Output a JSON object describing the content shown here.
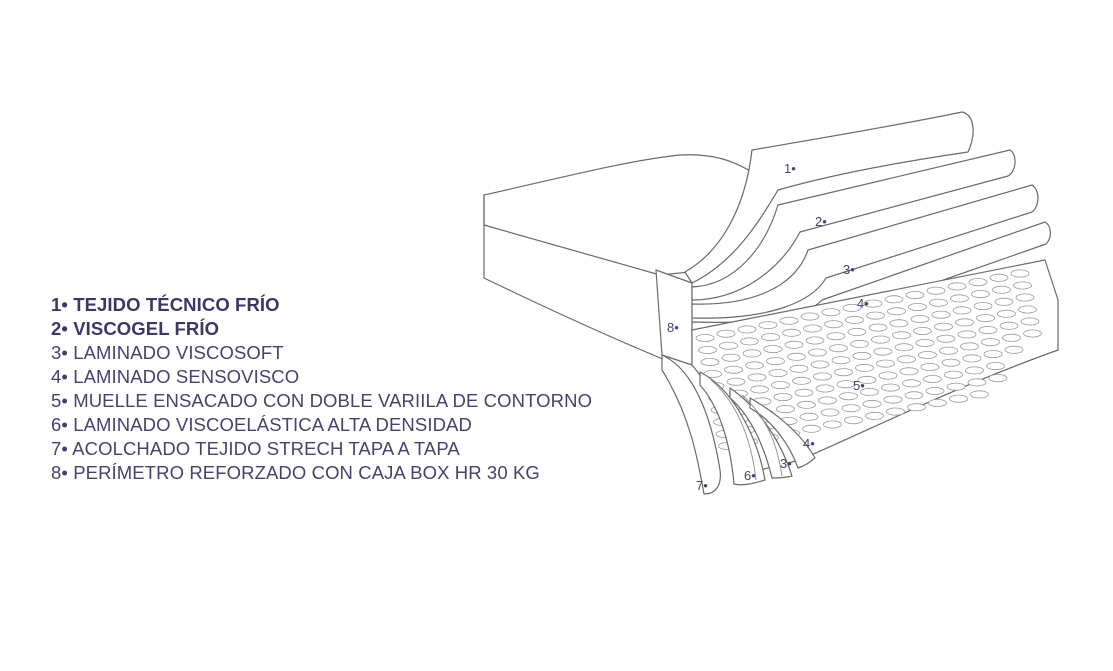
{
  "legend": [
    {
      "text": "1• TEJIDO TÉCNICO FRÍO",
      "bold": true
    },
    {
      "text": "2• VISCOGEL FRÍO",
      "bold": true
    },
    {
      "text": "3• LAMINADO VISCOSOFT",
      "bold": false
    },
    {
      "text": "4• LAMINADO SENSOVISCO",
      "bold": false
    },
    {
      "text": "5• MUELLE ENSACADO CON DOBLE VARIILA DE CONTORNO",
      "bold": false
    },
    {
      "text": "6• LAMINADO VISCOELÁSTICA ALTA DENSIDAD",
      "bold": false
    },
    {
      "text": "7• ACOLCHADO TEJIDO STRECH TAPA A TAPA",
      "bold": false
    },
    {
      "text": "8• PERÍMETRO REFORZADO CON CAJA BOX HR 30 KG",
      "bold": false
    }
  ],
  "diagram": {
    "callouts": {
      "c1": "1•",
      "c2": "2•",
      "c3a": "3•",
      "c4a": "4•",
      "c5": "5•",
      "c4b": "4•",
      "c3b": "3•",
      "c6": "6•",
      "c7": "7•",
      "c8": "8•"
    },
    "colors": {
      "text": "#46426e",
      "line": "#6a6a6a"
    }
  }
}
